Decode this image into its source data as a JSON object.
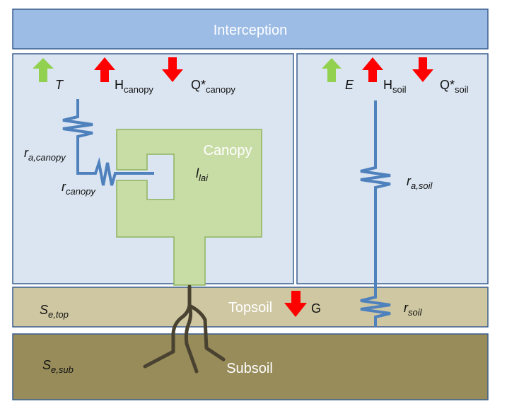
{
  "interception": {
    "label": "Interception"
  },
  "canopy_panel": {
    "flux_T": "T",
    "flux_H_base": "H",
    "flux_H_sub": "canopy",
    "flux_Q_base": "Q*",
    "flux_Q_sub": "canopy",
    "canopy_label": "Canopy",
    "lai_base": "l",
    "lai_sub": "lai",
    "r_a_canopy_base": "r",
    "r_a_canopy_sub": "a,canopy",
    "r_canopy_base": "r",
    "r_canopy_sub": "canopy"
  },
  "soil_panel": {
    "flux_E": "E",
    "flux_H_base": "H",
    "flux_H_sub": "soil",
    "flux_Q_base": "Q*",
    "flux_Q_sub": "soil",
    "r_a_soil_base": "r",
    "r_a_soil_sub": "a,soil"
  },
  "topsoil": {
    "label": "Topsoil",
    "storage_base": "S",
    "storage_sub": "e,top",
    "ground_flux": "G",
    "r_soil_base": "r",
    "r_soil_sub": "soil"
  },
  "subsoil": {
    "label": "Subsoil",
    "storage_base": "S",
    "storage_sub": "e,sub"
  },
  "colors": {
    "interception_fill": "#9cbce6",
    "panel_fill": "#dbe5f1",
    "panel_border": "#3a5f8f",
    "topsoil_fill": "#cfc7a2",
    "subsoil_fill": "#978c5a",
    "canopy_fill": "#c8dca6",
    "canopy_border": "#8eb45e",
    "resistance_blue": "#4f81bd",
    "arrow_up_green": "#92d050",
    "arrow_red": "#ff0000",
    "root_color": "#4a4230"
  }
}
